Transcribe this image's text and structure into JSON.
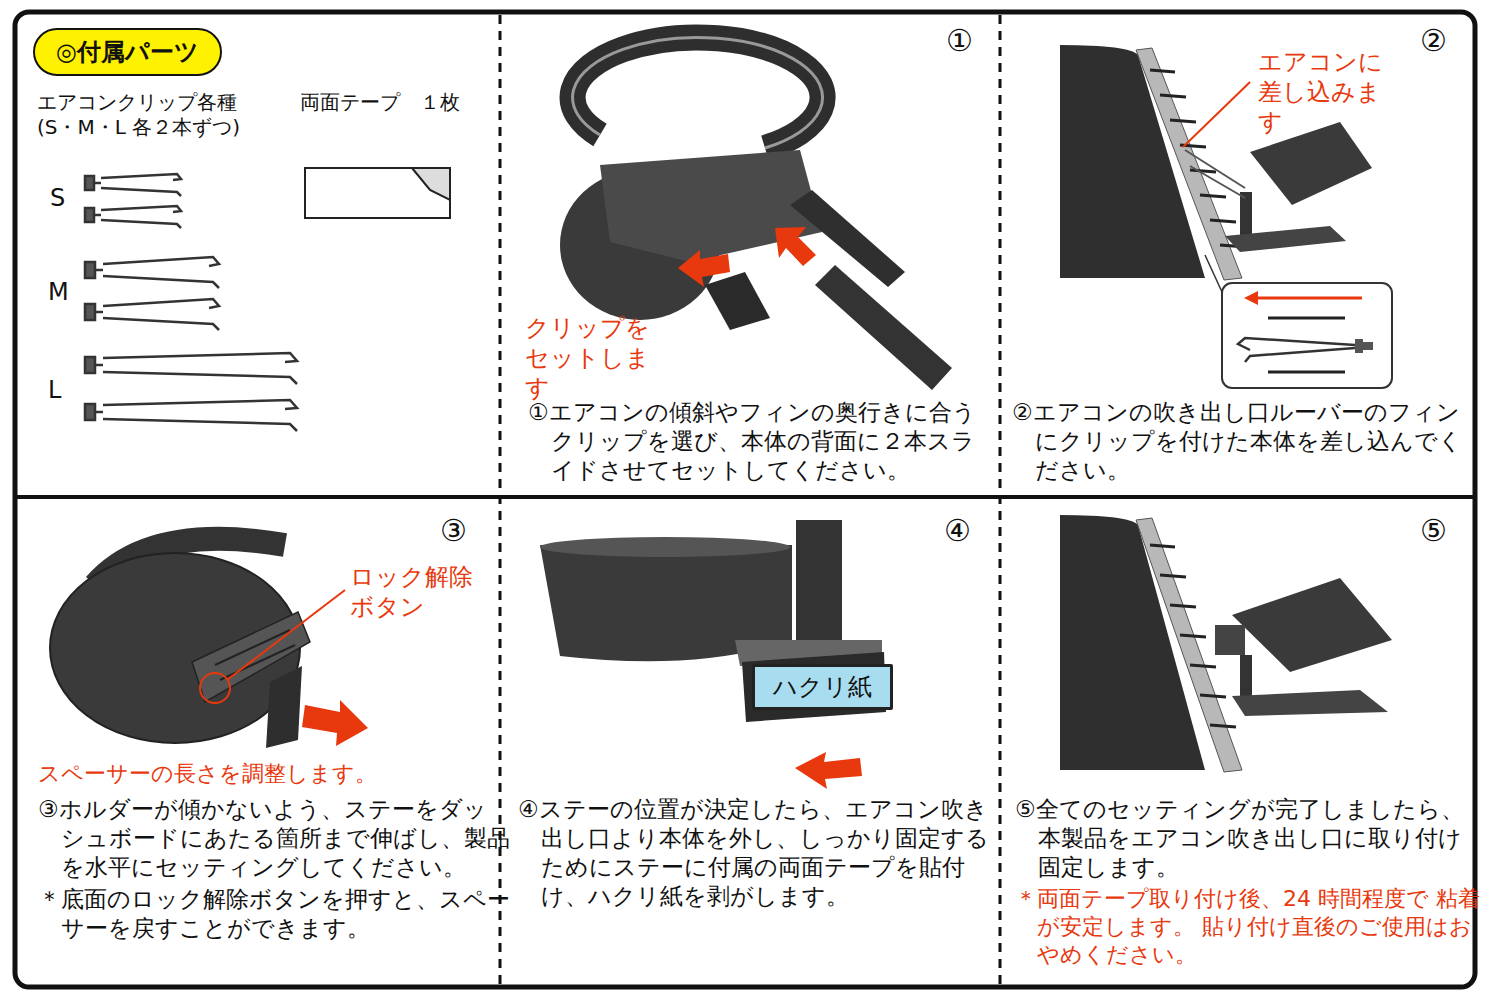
{
  "diagram": {
    "nodes": [
      {
        "text": [
          "◎付属パーツ"
        ]
      },
      {
        "text": [
          "ハクリ紙"
        ]
      }
    ],
    "labels": [
      "エアコンクリップ各種 (S・M・L 各２本ずつ)",
      "両面テープ　１枚",
      "S",
      "M",
      "L",
      "①",
      "クリップを セットします",
      "①エアコンの傾斜やフィンの奥行きに合うクリップを選び、本体の背面に２本スライドさせてセットしてください。",
      "②",
      "エアコンに 差し込みます",
      "②エアコンの吹き出し口ルーバーのフィンにクリップを付けた本体を差し込んでください。",
      "③",
      "ロック解除 ボタン",
      "スペーサーの長さを調整します。",
      "③ホルダーが傾かないよう、ステーをダッシュボードにあたる箇所まで伸ばし、製品を水平にセッティングしてください。",
      "＊底面のロック解除ボタンを押すと、スペーサーを戻すことができます。",
      "④",
      "④ステーの位置が決定したら、エアコン吹き出し口より本体を外し、しっかり固定するためにステーに付属の両面テープを貼付け、ハクリ紙を剥がします。",
      "⑤",
      "⑤全てのセッティングが完了しましたら、本製品をエアコン吹き出し口に取り付け固定します。",
      "＊両面テープ取り付け後、24 時間程度で 粘着が安定します。 貼り付け直後のご使用はおやめください。"
    ]
  }
}
